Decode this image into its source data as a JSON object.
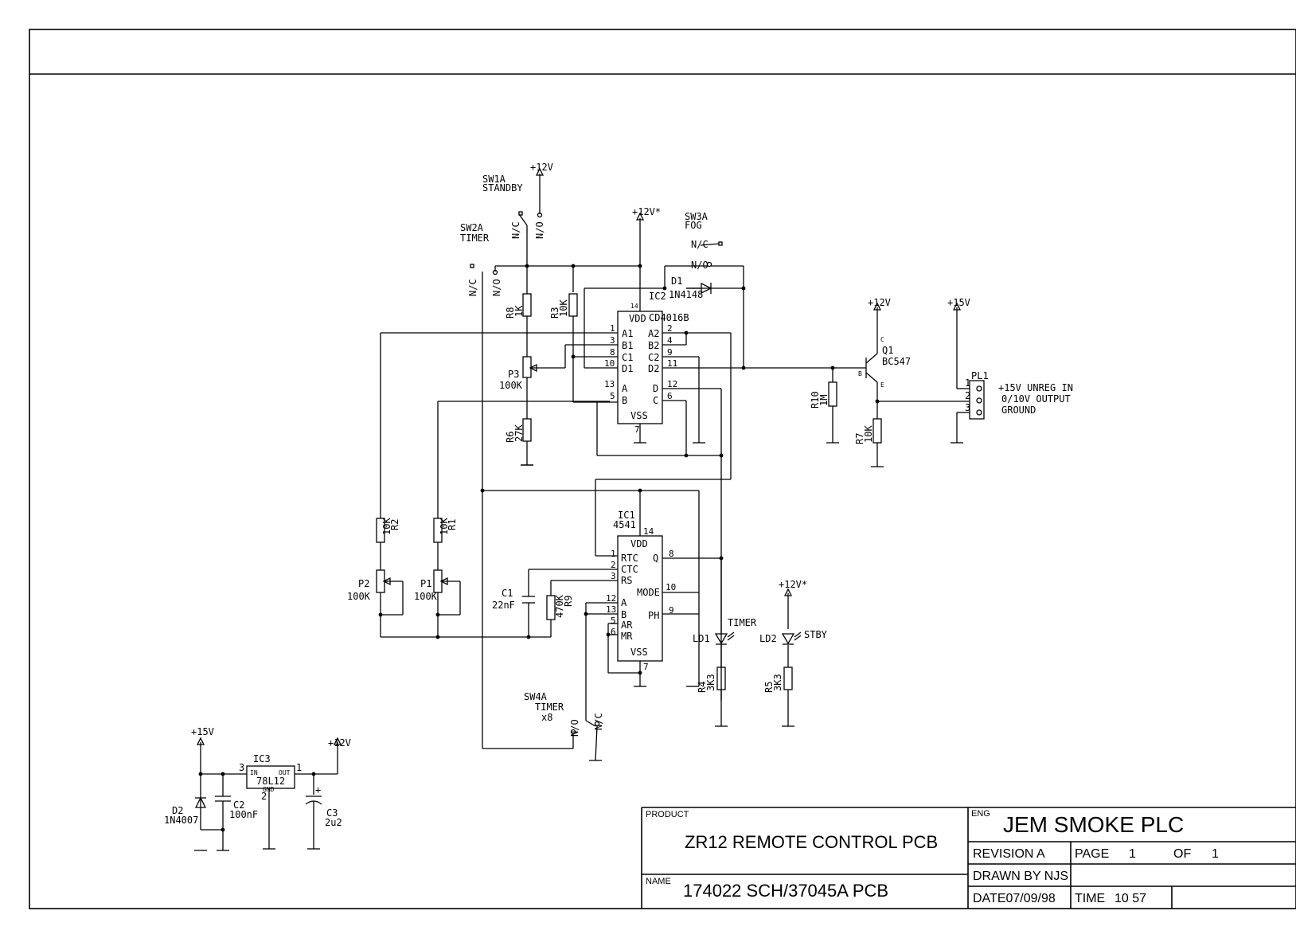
{
  "switches": {
    "sw1a": {
      "ref": "SW1A",
      "name": "STANDBY",
      "nc": "N/C",
      "no": "N/O"
    },
    "sw2a": {
      "ref": "SW2A",
      "name": "TIMER",
      "nc": "N/C",
      "no": "N/O"
    },
    "sw3a": {
      "ref": "SW3A",
      "name": "FOG",
      "nc": "N/C",
      "no": "N/O"
    },
    "sw4a": {
      "ref": "SW4A",
      "name": "TIMER",
      "sub": "x8",
      "nc": "N/C",
      "no": "N/O"
    }
  },
  "rails": {
    "v12": "+12V",
    "v12s": "+12V*",
    "v15": "+15V"
  },
  "resistors": {
    "r1": {
      "ref": "R1",
      "val": "10K"
    },
    "r2": {
      "ref": "R2",
      "val": "10K"
    },
    "r3": {
      "ref": "R3",
      "val": "10K"
    },
    "r4": {
      "ref": "R4",
      "val": "3K3"
    },
    "r5": {
      "ref": "R5",
      "val": "3K3"
    },
    "r6": {
      "ref": "R6",
      "val": "27K"
    },
    "r7": {
      "ref": "R7",
      "val": "10K"
    },
    "r8": {
      "ref": "R8",
      "val": "1K"
    },
    "r9": {
      "ref": "R9",
      "val": "470K"
    },
    "r10": {
      "ref": "R10",
      "val": "1M"
    }
  },
  "pots": {
    "p1": {
      "ref": "P1",
      "val": "100K"
    },
    "p2": {
      "ref": "P2",
      "val": "100K"
    },
    "p3": {
      "ref": "P3",
      "val": "100K"
    }
  },
  "caps": {
    "c1": {
      "ref": "C1",
      "val": "22nF"
    },
    "c2": {
      "ref": "C2",
      "val": "100nF"
    },
    "c3": {
      "ref": "C3",
      "val": "2u2",
      "plus": "+"
    }
  },
  "diodes": {
    "d1": {
      "ref": "D1",
      "val": "1N4148"
    },
    "d2": {
      "ref": "D2",
      "val": "1N4007"
    }
  },
  "leds": {
    "ld1": {
      "ref": "LD1",
      "name": "TIMER"
    },
    "ld2": {
      "ref": "LD2",
      "name": "STBY"
    }
  },
  "ic1": {
    "ref": "IC1",
    "val": "4541",
    "vdd": "VDD",
    "vss": "VSS",
    "pins_left": [
      {
        "num": "1",
        "name": "RTC"
      },
      {
        "num": "2",
        "name": "CTC"
      },
      {
        "num": "3",
        "name": "RS"
      },
      {
        "num": "12",
        "name": "A"
      },
      {
        "num": "13",
        "name": "B"
      },
      {
        "num": "5",
        "name": "AR"
      },
      {
        "num": "6",
        "name": "MR"
      }
    ],
    "pins_right": [
      {
        "num": "8",
        "name": "Q"
      },
      {
        "num": "10",
        "name": "MODE"
      },
      {
        "num": "9",
        "name": "PH"
      }
    ],
    "pin_vdd": "14",
    "pin_vss": "7"
  },
  "ic2": {
    "ref": "IC2",
    "val": "CD4016B",
    "vdd": "VDD",
    "vss": "VSS",
    "pins_left": [
      {
        "num": "1",
        "name": "A1"
      },
      {
        "num": "3",
        "name": "B1"
      },
      {
        "num": "8",
        "name": "C1"
      },
      {
        "num": "10",
        "name": "D1"
      },
      {
        "num": "13",
        "name": "A"
      },
      {
        "num": "5",
        "name": "B"
      }
    ],
    "pins_right": [
      {
        "num": "2",
        "name": "A2"
      },
      {
        "num": "4",
        "name": "B2"
      },
      {
        "num": "9",
        "name": "C2"
      },
      {
        "num": "11",
        "name": "D2"
      },
      {
        "num": "12",
        "name": "D"
      },
      {
        "num": "6",
        "name": "C"
      }
    ],
    "pin_vdd": "14",
    "pin_vss": "7"
  },
  "ic3": {
    "ref": "IC3",
    "val": "78L12",
    "in": "IN",
    "out": "OUT",
    "gnd": "GND",
    "pin_in": "3",
    "pin_out": "1",
    "pin_gnd": "2"
  },
  "q1": {
    "ref": "Q1",
    "val": "BC547",
    "c": "C",
    "b": "B",
    "e": "E"
  },
  "pl1": {
    "ref": "PL1",
    "pins": [
      "1",
      "2",
      "3"
    ],
    "labels": [
      "+15V UNREG IN",
      "0/10V OUTPUT",
      "GROUND"
    ]
  },
  "title_block": {
    "product_label": "PRODUCT",
    "product": "ZR12 REMOTE CONTROL PCB",
    "name_label": "NAME",
    "name": "174022 SCH/37045A PCB",
    "eng_label": "ENG",
    "company": "JEM SMOKE PLC",
    "revision": "REVISION A",
    "page_label": "PAGE",
    "page": "1",
    "of_label": "OF",
    "of": "1",
    "drawn_by": "DRAWN BY NJS",
    "date": "DATE07/09/98",
    "time_label": "TIME",
    "time": "10 57"
  }
}
